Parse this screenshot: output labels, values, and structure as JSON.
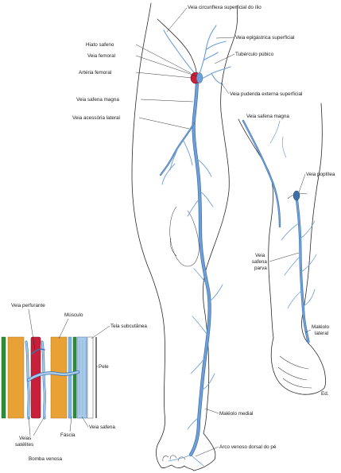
{
  "colors": {
    "vein_fill": "#6f9fd8",
    "vein_edge": "#3d6fa8",
    "artery": "#c8203a",
    "muscle": "#e7a135",
    "muscle_edge": "#b9741c",
    "skin_green": "#2f8c3a",
    "fascia_blue": "#7fb4e0",
    "outline": "#2a2a2a"
  },
  "anterior_view": {
    "labels": {
      "circumflexa": "Veia circunflexa superficial do ílio",
      "epigastrica": "Veia epigástrica superficial",
      "tuberculo": "Tubérculo púbico",
      "hiato": "Hiato safeno",
      "veia_femoral": "Veia femoral",
      "arteria_femoral": "Artéria femoral",
      "pudenda": "Veia pudenda externa superficial",
      "safena_magna": "Veia safena magna",
      "acessoria": "Veia acessória lateral",
      "maleolo_medial": "Maléolo medial",
      "arco_venoso": "Arco venoso dorsal do pé"
    }
  },
  "posterior_view": {
    "labels": {
      "safena_magna": "Veia safena magna",
      "poplitea": "Veia poplítea",
      "safena_parva_1": "Veia",
      "safena_parva_2": "safena",
      "safena_parva_3": "parva",
      "maleolo_lateral_1": "Maléolo",
      "maleolo_lateral_2": "lateral",
      "signature": "Ed."
    }
  },
  "pump_inset": {
    "labels": {
      "perfurante": "Veia perfurante",
      "musculo": "Músculo",
      "tela": "Tela subcutânea",
      "pele": "Pele",
      "veia_safena": "Veia safena",
      "fascia": "Fáscia",
      "satelites_1": "Veias",
      "satelites_2": "satélites",
      "bomba": "Bomba venosa"
    }
  }
}
